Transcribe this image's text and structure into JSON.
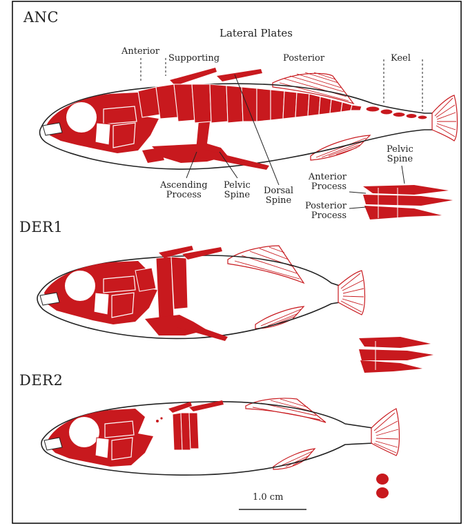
{
  "figure": {
    "panels": {
      "anc": "ANC",
      "der1": "DER1",
      "der2": "DER2"
    },
    "lateral_plates": {
      "title": "Lateral Plates",
      "regions": {
        "anterior": "Anterior",
        "supporting": "Supporting",
        "posterior": "Posterior",
        "keel": "Keel"
      }
    },
    "structures": {
      "ascending_process": [
        "Ascending",
        "Process"
      ],
      "pelvic_spine": [
        "Pelvic",
        "Spine"
      ],
      "dorsal_spine": [
        "Dorsal",
        "Spine"
      ]
    },
    "pelvis_inset": {
      "pelvic_spine": [
        "Pelvic",
        "Spine"
      ],
      "anterior_process": [
        "Anterior",
        "Process"
      ],
      "posterior_process": [
        "Posterior",
        "Process"
      ]
    },
    "scale_bar": {
      "label": "1.0 cm"
    },
    "colors": {
      "bone": "#c8191e",
      "outline": "#222222",
      "frame": "#000000"
    }
  }
}
